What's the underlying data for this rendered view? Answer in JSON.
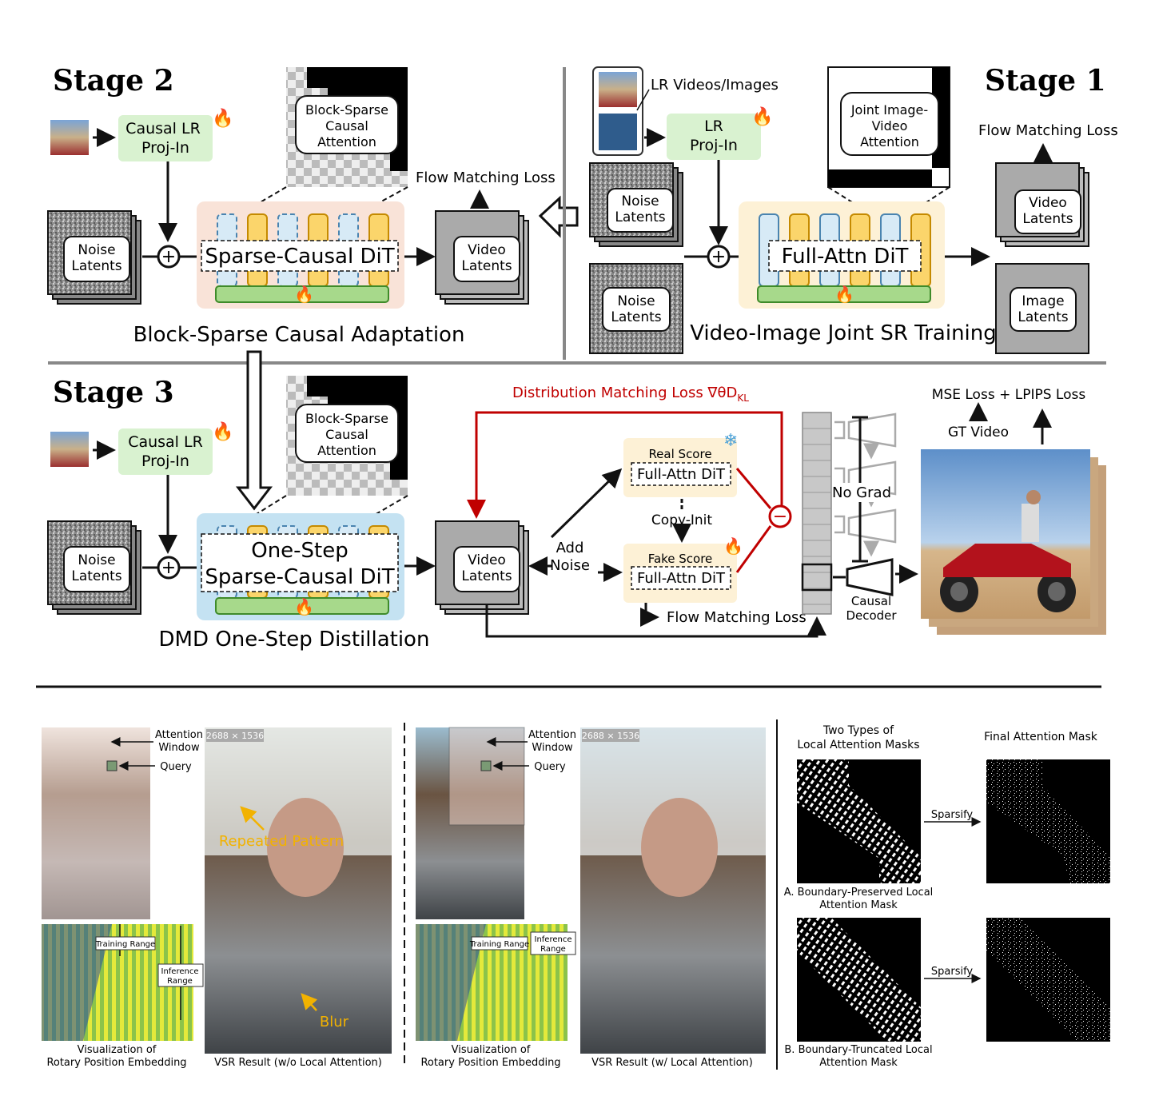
{
  "stage2": {
    "title": "Stage 2",
    "proj": "Causal LR Proj-In",
    "attn": "Block-Sparse Causal Attention",
    "loss": "Flow Matching Loss",
    "noise": "Noise Latents",
    "dit": "Sparse-Causal DiT",
    "video": "Video Latents",
    "caption": "Block-Sparse Causal Adaptation"
  },
  "stage1": {
    "title": "Stage 1",
    "lr_label": "LR Videos/Images",
    "proj": "LR Proj-In",
    "attn": "Joint Image-Video Attention",
    "loss": "Flow Matching Loss",
    "noise": "Noise Latents",
    "dit": "Full-Attn DiT",
    "video": "Video Latents",
    "image": "Image Latents",
    "caption": "Video-Image Joint SR Training"
  },
  "stage3": {
    "title": "Stage 3",
    "proj": "Causal LR Proj-In",
    "attn": "Block-Sparse Causal Attention",
    "noise": "Noise Latents",
    "dit_line1": "One-Step",
    "dit_line2": "Sparse-Causal DiT",
    "video": "Video Latents",
    "caption": "DMD One-Step Distillation",
    "dm_loss": "Distribution Matching Loss ∇θD",
    "dm_sub": "KL",
    "add_noise": "Add Noise",
    "real_score": "Real Score",
    "fake_score": "Fake Score",
    "score_model": "Full-Attn DiT",
    "copy_init": "Copy-Init",
    "fm_loss": "Flow Matching Loss",
    "no_grad": "No Grad",
    "decoder": "Causal Decoder",
    "mse": "MSE Loss + LPIPS Loss",
    "gt": "GT Video"
  },
  "bottom": {
    "left": {
      "attention_window": "Attention Window",
      "query": "Query",
      "size_tag": "2688 × 1536",
      "training_range": "Training Range",
      "inference_range": "Inference Range",
      "repeated_pattern": "Repeated Pattern",
      "blur": "Blur",
      "cap_rope": "Visualization of Rotary Position Embedding",
      "cap_vsr": "VSR Result (w/o Local Attention)"
    },
    "middle": {
      "attention_window": "Attention Window",
      "query": "Query",
      "size_tag": "2688 × 1536",
      "training_range": "Training Range",
      "inference_range": "Inference Range",
      "cap_rope": "Visualization of Rotary Position Embedding",
      "cap_vsr": "VSR Result (w/ Local Attention)"
    },
    "right": {
      "header_left": "Two Types of Local Attention Masks",
      "header_right": "Final Attention Mask",
      "sparsify": "Sparsify",
      "cap_a": "A. Boundary-Preserved Local Attention Mask",
      "cap_b": "B. Boundary-Truncated Local Attention Mask"
    }
  },
  "colors": {
    "green_box": "#d9f2d0",
    "dit_bg_stage2": "#f9e3d8",
    "dit_bg_stage1": "#fdf1d6",
    "dit_bg_stage3": "#c4e2f2",
    "yellow_block": "#fbd56b",
    "blue_block": "#d7eaf6",
    "green_bar": "#a7d98b",
    "red_path": "#c00000",
    "orange_annotation": "#f2b200"
  }
}
